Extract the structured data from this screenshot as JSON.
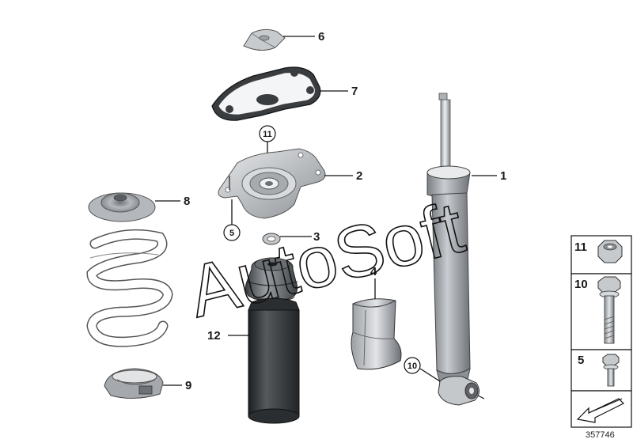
{
  "diagram": {
    "watermark": "AutoSoft",
    "reference_number": "357746",
    "part_labels": [
      {
        "id": "p1",
        "text": "1"
      },
      {
        "id": "p2",
        "text": "2"
      },
      {
        "id": "p3",
        "text": "3"
      },
      {
        "id": "p4",
        "text": "4"
      },
      {
        "id": "p6",
        "text": "6"
      },
      {
        "id": "p7",
        "text": "7"
      },
      {
        "id": "p8",
        "text": "8"
      },
      {
        "id": "p9",
        "text": "9"
      },
      {
        "id": "p12",
        "text": "12"
      }
    ],
    "circled_labels": [
      {
        "id": "c11",
        "text": "11"
      },
      {
        "id": "c5",
        "text": "5"
      },
      {
        "id": "c10",
        "text": "10"
      }
    ],
    "legend_items": [
      {
        "text": "11"
      },
      {
        "text": "10"
      },
      {
        "text": "5"
      }
    ]
  }
}
